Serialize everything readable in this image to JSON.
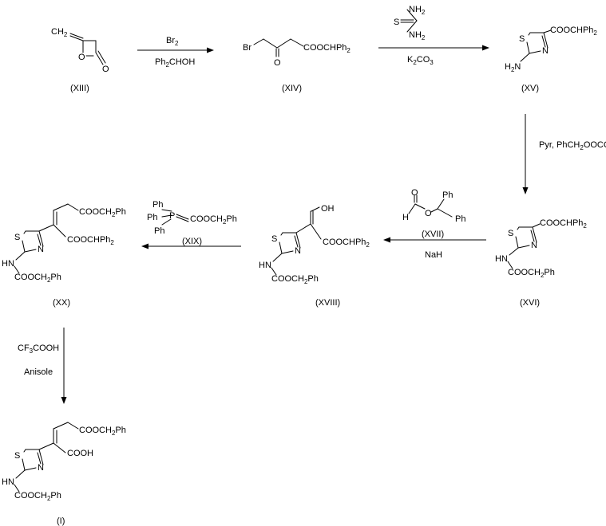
{
  "compounds": {
    "c13": {
      "label": "(XIII)",
      "atoms": {
        "ch2": "CH",
        "ch2_sub": "2",
        "o": "O",
        "ketone_o": "O"
      }
    },
    "c14": {
      "label": "(XIV)",
      "atoms": {
        "br": "Br",
        "ketone_o": "O",
        "ester": "COOCHPh",
        "ester_sub": "2"
      }
    },
    "c15": {
      "label": "(XV)",
      "atoms": {
        "s": "S",
        "n": "N",
        "nh2": "H",
        "nh2_sub": "2",
        "nh2_n": "N",
        "ester": "COOCHPh",
        "ester_sub": "2"
      }
    },
    "c16": {
      "label": "(XVI)",
      "atoms": {
        "s": "S",
        "n": "N",
        "hn": "HN",
        "cbz": "COOCH",
        "cbz_sub": "2",
        "cbz_ph": "Ph",
        "ester": "COOCHPh",
        "ester_sub": "2"
      }
    },
    "c18": {
      "label": "(XVIII)",
      "atoms": {
        "s": "S",
        "n": "N",
        "hn": "HN",
        "cbz": "COOCH",
        "cbz_sub": "2",
        "cbz_ph": "Ph",
        "oh": "OH",
        "ester": "COOCHPh",
        "ester_sub": "2"
      }
    },
    "c20": {
      "label": "(XX)",
      "atoms": {
        "s": "S",
        "n": "N",
        "hn": "HN",
        "cbz": "COOCH",
        "cbz_sub": "2",
        "cbz_ph": "Ph",
        "ester_top": "COOCH",
        "ester_top_sub": "2",
        "ester_top_ph": "Ph",
        "ester": "COOCHPh",
        "ester_sub": "2"
      }
    },
    "c1": {
      "label": "(I)",
      "atoms": {
        "s": "S",
        "n": "N",
        "hn": "HN",
        "cbz": "COOCH",
        "cbz_sub": "2",
        "cbz_ph": "Ph",
        "ester_top": "COOCH",
        "ester_top_sub": "2",
        "ester_top_ph": "Ph",
        "acid": "COOH"
      }
    }
  },
  "reagents": {
    "thiourea": {
      "nh2_top": "NH",
      "nh2_top_sub": "2",
      "s": "S",
      "nh2_bottom": "NH",
      "nh2_bottom_sub": "2"
    },
    "formate": {
      "label": "(XVII)",
      "h": "H",
      "o_carbonyl": "O",
      "o_ester": "O",
      "ph1": "Ph",
      "ph2": "Ph"
    },
    "ylide": {
      "label": "(XIX)",
      "ph_top": "Ph",
      "ph_left": "Ph",
      "ph_bottom": "Ph",
      "p": "P",
      "ester": "COOCH",
      "ester_sub": "2",
      "ester_ph": "Ph"
    }
  },
  "arrows": {
    "a1": {
      "top": "Br",
      "top_sub": "2",
      "bottom": "Ph",
      "bottom_sub": "2",
      "bottom_rest": "CHOH"
    },
    "a2": {
      "bottom": "K",
      "bottom_sub": "2",
      "bottom_rest": "CO",
      "bottom_sub2": "3"
    },
    "a3": {
      "text": "Pyr, PhCH",
      "text_sub": "2",
      "text_rest": "OOCCl"
    },
    "a4": {
      "bottom": "NaH"
    },
    "a6": {
      "top": "CF",
      "top_sub": "3",
      "top_rest": "COOH",
      "bottom": "Anisole"
    }
  }
}
